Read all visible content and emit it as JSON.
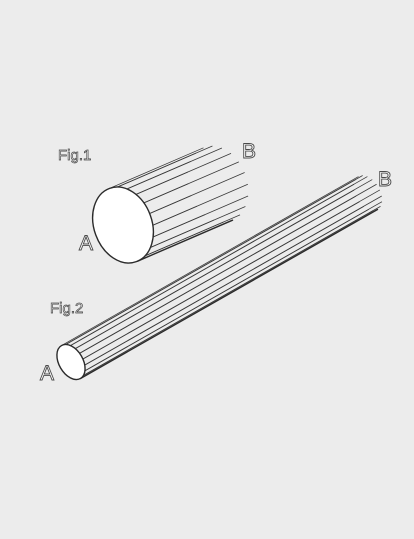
{
  "figures": [
    {
      "title": "Fig.1",
      "end_a": "A",
      "end_b": "B",
      "shape": "short cylinder"
    },
    {
      "title": "Fig.2",
      "end_a": "A",
      "end_b": "B",
      "shape": "long rod"
    }
  ],
  "colors": {
    "background": "#ececec",
    "line": "#2b2b2b",
    "face": "#ffffff"
  }
}
